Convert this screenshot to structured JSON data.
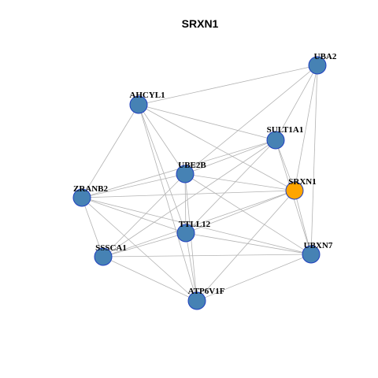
{
  "title": "SRXN1",
  "colors": {
    "default_node": "#4682b4",
    "focus_node": "#ffa500",
    "node_border": "#1f3fbf",
    "edge": "#b3b3b3"
  },
  "nodes": [
    {
      "id": "UBA2",
      "label": "UBA2",
      "focus": false
    },
    {
      "id": "AHCYL1",
      "label": "AHCYL1",
      "focus": false
    },
    {
      "id": "SULT1A1",
      "label": "SULT1A1",
      "focus": false
    },
    {
      "id": "UBE2B",
      "label": "UBE2B",
      "focus": false
    },
    {
      "id": "SRXN1",
      "label": "SRXN1",
      "focus": true
    },
    {
      "id": "ZRANB2",
      "label": "ZRANB2",
      "focus": false
    },
    {
      "id": "TTLL12",
      "label": "TTLL12",
      "focus": false
    },
    {
      "id": "SSSCA1",
      "label": "SSSCA1",
      "focus": false
    },
    {
      "id": "UBXN7",
      "label": "UBXN7",
      "focus": false
    },
    {
      "id": "ATP6V1F",
      "label": "ATP6V1F",
      "focus": false
    }
  ],
  "edges": [
    [
      "AHCYL1",
      "UBA2"
    ],
    [
      "AHCYL1",
      "SULT1A1"
    ],
    [
      "AHCYL1",
      "SRXN1"
    ],
    [
      "AHCYL1",
      "UBE2B"
    ],
    [
      "AHCYL1",
      "ZRANB2"
    ],
    [
      "AHCYL1",
      "TTLL12"
    ],
    [
      "AHCYL1",
      "ATP6V1F"
    ],
    [
      "UBA2",
      "SULT1A1"
    ],
    [
      "UBA2",
      "UBE2B"
    ],
    [
      "UBA2",
      "SRXN1"
    ],
    [
      "UBA2",
      "UBXN7"
    ],
    [
      "SULT1A1",
      "UBE2B"
    ],
    [
      "SULT1A1",
      "ZRANB2"
    ],
    [
      "SULT1A1",
      "SRXN1"
    ],
    [
      "SULT1A1",
      "UBXN7"
    ],
    [
      "SULT1A1",
      "TTLL12"
    ],
    [
      "SULT1A1",
      "SSSCA1"
    ],
    [
      "UBE2B",
      "ZRANB2"
    ],
    [
      "UBE2B",
      "SRXN1"
    ],
    [
      "UBE2B",
      "TTLL12"
    ],
    [
      "UBE2B",
      "SSSCA1"
    ],
    [
      "UBE2B",
      "UBXN7"
    ],
    [
      "UBE2B",
      "ATP6V1F"
    ],
    [
      "ZRANB2",
      "SRXN1"
    ],
    [
      "ZRANB2",
      "TTLL12"
    ],
    [
      "ZRANB2",
      "SSSCA1"
    ],
    [
      "ZRANB2",
      "UBXN7"
    ],
    [
      "ZRANB2",
      "ATP6V1F"
    ],
    [
      "SRXN1",
      "TTLL12"
    ],
    [
      "SRXN1",
      "SSSCA1"
    ],
    [
      "SRXN1",
      "UBXN7"
    ],
    [
      "SRXN1",
      "ATP6V1F"
    ],
    [
      "TTLL12",
      "SSSCA1"
    ],
    [
      "TTLL12",
      "UBXN7"
    ],
    [
      "TTLL12",
      "ATP6V1F"
    ],
    [
      "SSSCA1",
      "UBXN7"
    ],
    [
      "SSSCA1",
      "ATP6V1F"
    ],
    [
      "UBXN7",
      "ATP6V1F"
    ]
  ]
}
